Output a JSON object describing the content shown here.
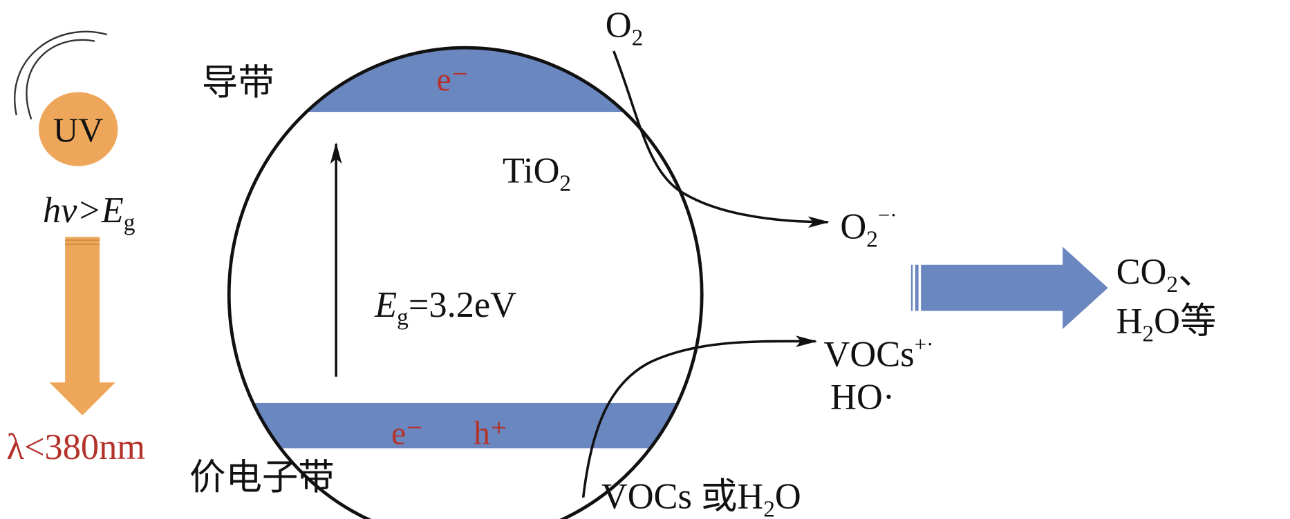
{
  "light": {
    "source": "UV",
    "condition_main": "hv>E",
    "condition_sub": "g",
    "wavelength": "λ<380nm"
  },
  "band": {
    "conduction_label": "导带",
    "valence_label": "价电子带",
    "cb_electron": "e⁻",
    "vb_electron": "e⁻",
    "vb_hole": "h⁺",
    "material_main": "TiO",
    "material_sub": "2",
    "gap_main": "E",
    "gap_sub": "g",
    "gap_value": "=3.2eV"
  },
  "reactions": {
    "o2_in_main": "O",
    "o2_in_sub": "2",
    "o2_out_main": "O",
    "o2_out_sub": "2",
    "o2_out_sup": "−·",
    "vocs_out_main": "VOCs",
    "vocs_out_sup": "+·",
    "ho_out": "HO·",
    "vocs_in_main": "VOCs 或H",
    "vocs_in_sub": "2",
    "vocs_in_tail": "O"
  },
  "products": {
    "line1_main": "CO",
    "line1_sub": "2",
    "line1_tail": "、",
    "line2_main": "H",
    "line2_sub": "2",
    "line2_tail": "O等"
  },
  "colors": {
    "band": "#6b87c0",
    "uv": "#eea75a",
    "red": "#b3322a"
  }
}
